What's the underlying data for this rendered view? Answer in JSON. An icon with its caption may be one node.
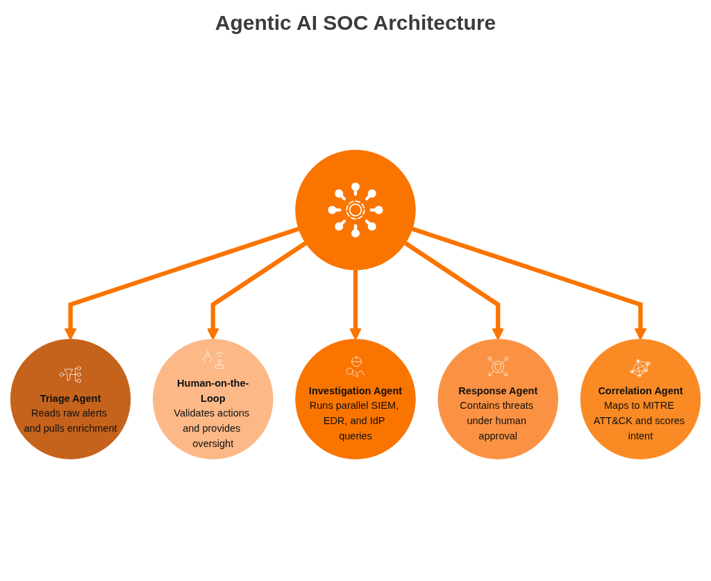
{
  "diagram": {
    "title": "Agentic AI SOC Architecture",
    "nodes": [
      {
        "text": [
          "Triage Agent",
          "Reads raw alerts and pulls enrichment"
        ]
      },
      {
        "text": [
          "Human-on-the-Loop",
          "Validates actions and provides oversight"
        ]
      },
      {
        "text": [
          "Investigation Agent",
          "Runs parallel SIEM, EDR, and IdP queries"
        ]
      },
      {
        "text": [],
        "shape": "circle"
      },
      {
        "text": [
          "Response Agent",
          "Contains threats under human approval"
        ]
      },
      {
        "text": [
          "Correlation Agent",
          "Maps to MITRE ATT&CK and scores intent"
        ]
      }
    ],
    "edges": [
      {
        "from": 3,
        "to": 0,
        "arrow": "to"
      },
      {
        "from": 3,
        "to": 1,
        "arrow": "to"
      },
      {
        "from": 3,
        "to": 2,
        "arrow": "to"
      },
      {
        "from": 3,
        "to": 4,
        "arrow": "to"
      },
      {
        "from": 3,
        "to": 5,
        "arrow": "to"
      }
    ]
  }
}
